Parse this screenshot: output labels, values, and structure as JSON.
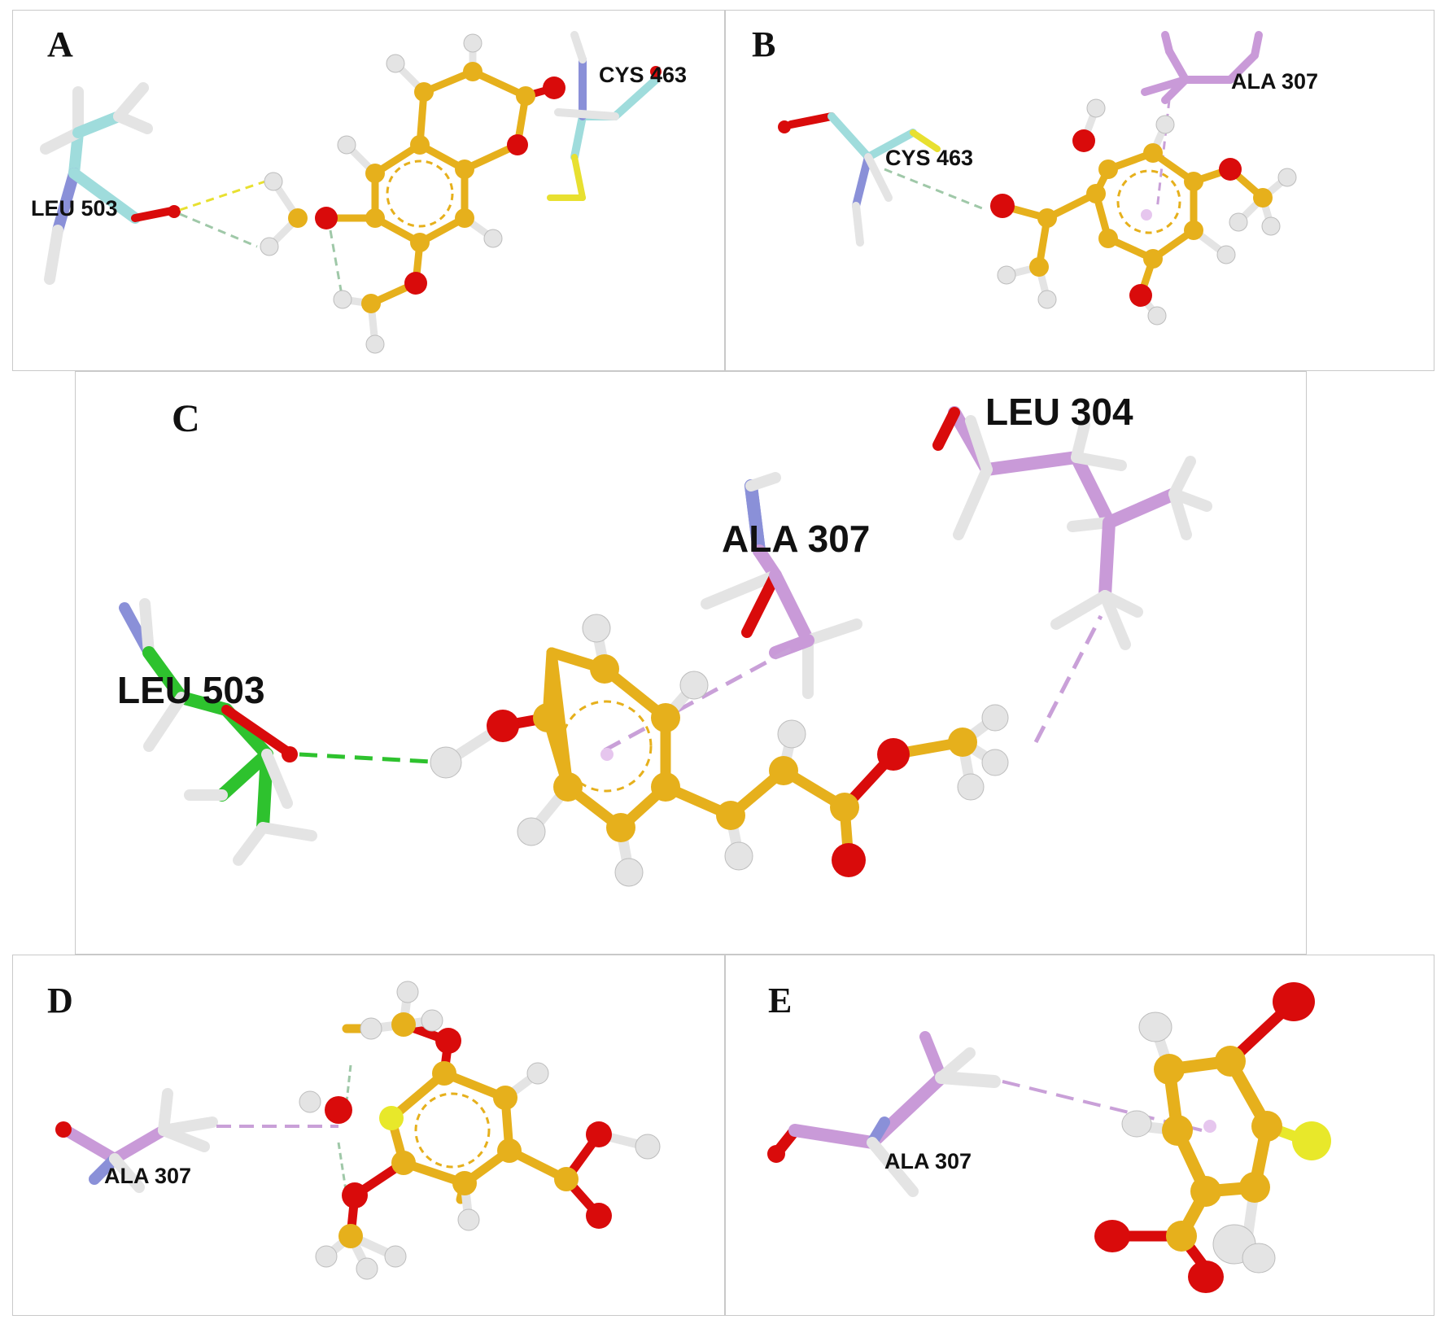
{
  "panels": {
    "a": {
      "label": "A",
      "residues": [
        "LEU 503",
        "CYS 463"
      ]
    },
    "b": {
      "label": "B",
      "residues": [
        "CYS 463",
        "ALA 307"
      ]
    },
    "c": {
      "label": "C",
      "residues": [
        "LEU 503",
        "ALA 307",
        "LEU 304"
      ]
    },
    "d": {
      "label": "D",
      "residues": [
        "ALA 307"
      ]
    },
    "e": {
      "label": "E",
      "residues": [
        "ALA 307"
      ]
    }
  },
  "colors": {
    "carbon_ligand": "#e6b01c",
    "oxygen": "#d90b0b",
    "hydrogen": "#e4e4e4",
    "nitrogen": "#8a90d8",
    "sulfur": "#e8e82a",
    "residue_cyan": "#9fdcdc",
    "residue_pink": "#c99ad8",
    "residue_green": "#2ec22e",
    "hbond_green": "#2ec22e",
    "alkyl_pink": "#c9a0d8",
    "panel_border": "#c9c9c9"
  }
}
